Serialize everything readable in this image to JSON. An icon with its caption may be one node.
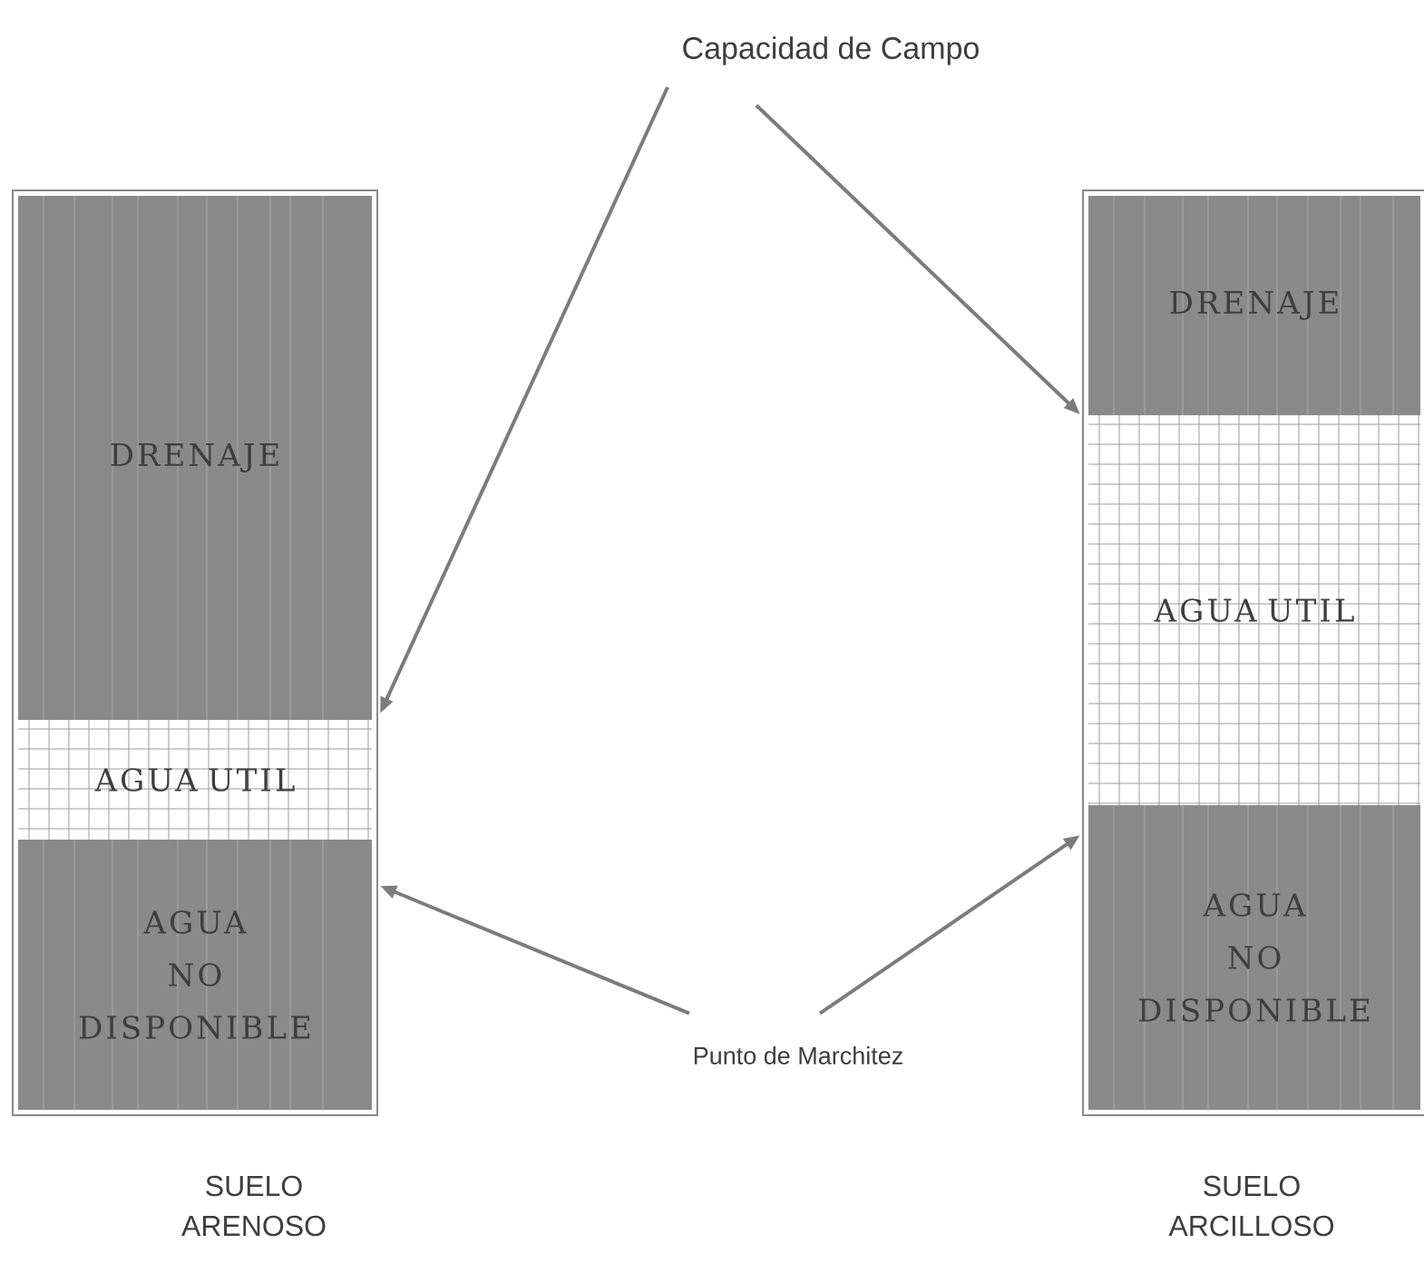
{
  "diagram": {
    "nodes": [
      {
        "text": [
          "Capacidad de Campo"
        ]
      },
      {
        "text": [
          "SUELO ARENOSO"
        ]
      },
      {
        "text": [
          "DRENAJE"
        ],
        "in": 1
      },
      {
        "text": [
          "AGUA UTIL"
        ],
        "in": 1
      },
      {
        "text": [
          "AGUA NO DISPONIBLE"
        ],
        "in": 1
      },
      {
        "text": [
          "SUELO ARCILLOSO"
        ]
      },
      {
        "text": [
          "DRENAJE"
        ],
        "in": 5
      },
      {
        "text": [
          "AGUA UTIL"
        ],
        "in": 5
      },
      {
        "text": [
          "AGUA NO DISPONIBLE"
        ],
        "in": 5
      },
      {
        "text": [
          "Punto de Marchitez"
        ]
      }
    ],
    "edges": [
      {
        "from": 0,
        "to": 1,
        "arrow": "to"
      },
      {
        "from": 0,
        "to": 5,
        "arrow": "to"
      },
      {
        "from": 9,
        "to": 1,
        "arrow": "to"
      },
      {
        "from": 9,
        "to": 5,
        "arrow": "to"
      }
    ]
  }
}
